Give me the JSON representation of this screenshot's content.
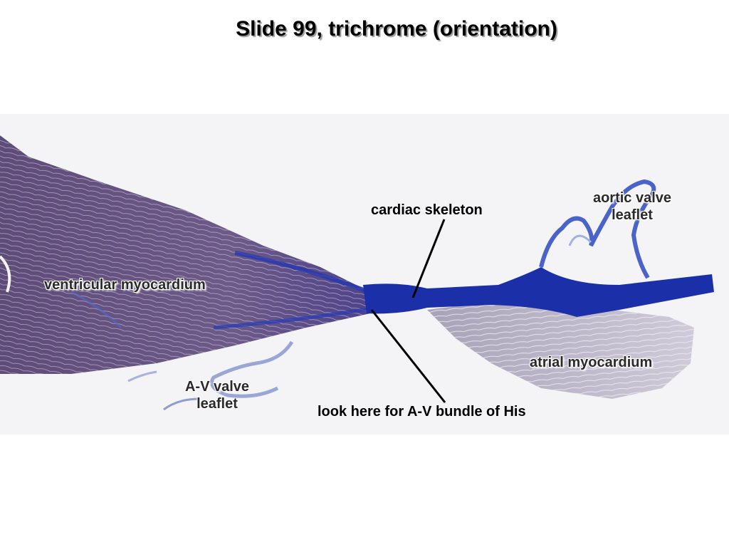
{
  "slide": {
    "title": "Slide 99, trichrome (orientation)"
  },
  "labels": {
    "cardiac_skeleton": "cardiac skeleton",
    "aortic_valve_leaflet_line1": "aortic valve",
    "aortic_valve_leaflet_line2": "leaflet",
    "ventricular_myocardium": "ventricular myocardium",
    "atrial_myocardium": "atrial myocardium",
    "av_valve_leaflet_line1": "A-V valve",
    "av_valve_leaflet_line2": "leaflet",
    "bundle_of_his": "look here for A-V bundle of His"
  },
  "colors": {
    "stain_collagen_blue": "#1a2fa8",
    "stain_muscle_purple": "#6f5a86",
    "atrial_tissue_gray": "#b9b4c4",
    "background_section": "#f4f3f6"
  }
}
